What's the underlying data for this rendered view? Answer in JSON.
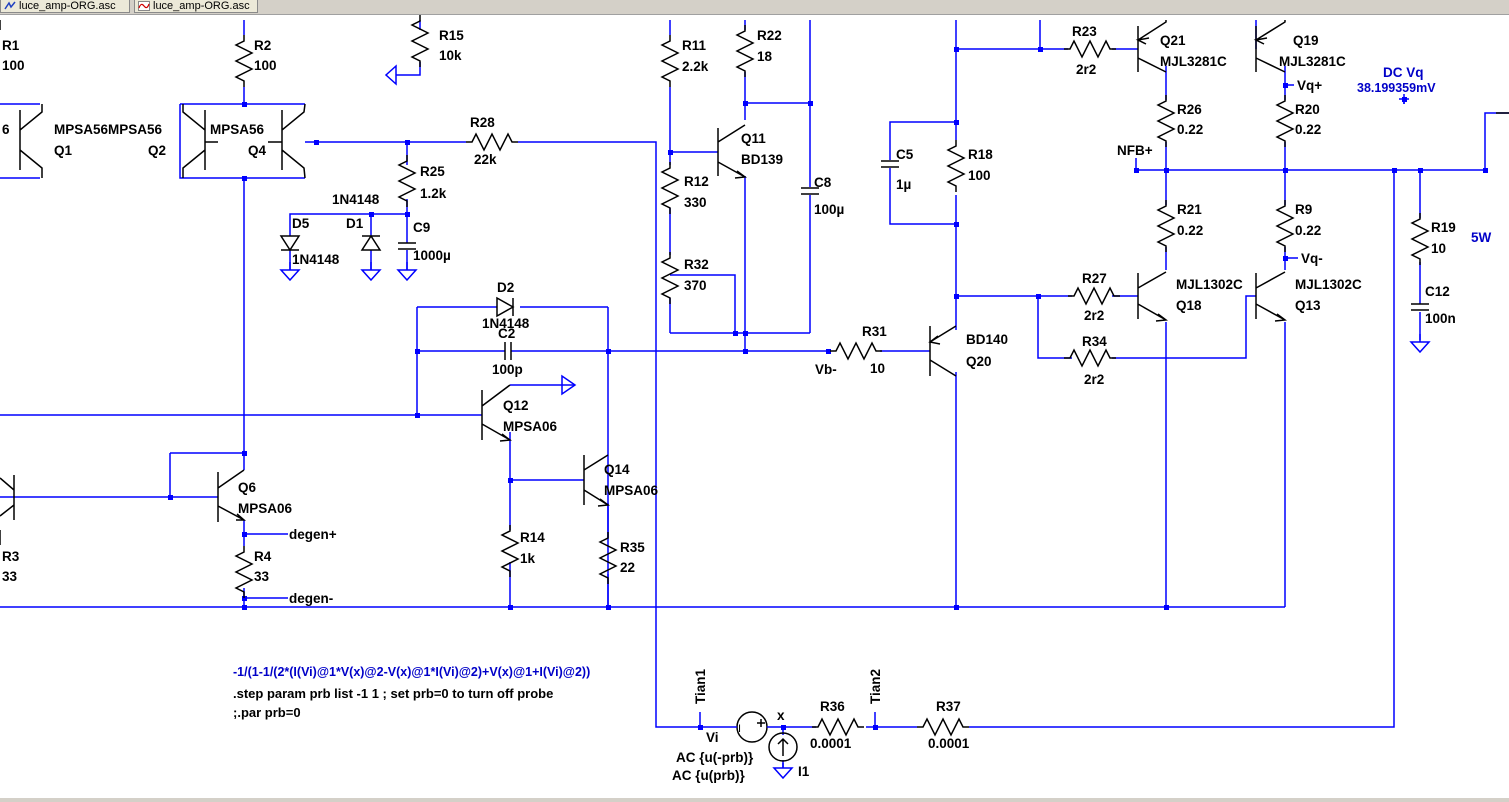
{
  "tabs": [
    {
      "label": "luce_amp-ORG.asc",
      "icon": "schematic-icon"
    },
    {
      "label": "luce_amp-ORG.asc",
      "icon": "waveform-icon"
    }
  ],
  "components": {
    "R1": {
      "ref": "R1",
      "value": "100"
    },
    "R2": {
      "ref": "R2",
      "value": "100"
    },
    "R3": {
      "ref": "R3",
      "value": "33"
    },
    "R4": {
      "ref": "R4",
      "value": "33"
    },
    "R9": {
      "ref": "R9",
      "value": "0.22"
    },
    "R11": {
      "ref": "R11",
      "value": "2.2k"
    },
    "R12": {
      "ref": "R12",
      "value": "330"
    },
    "R14": {
      "ref": "R14",
      "value": "1k"
    },
    "R15": {
      "ref": "R15",
      "value": "10k"
    },
    "R18": {
      "ref": "R18",
      "value": "100"
    },
    "R19": {
      "ref": "R19",
      "value": "10"
    },
    "R20": {
      "ref": "R20",
      "value": "0.22"
    },
    "R21": {
      "ref": "R21",
      "value": "0.22"
    },
    "R22": {
      "ref": "R22",
      "value": "18"
    },
    "R23": {
      "ref": "R23",
      "value": "2r2"
    },
    "R25": {
      "ref": "R25",
      "value": "1.2k"
    },
    "R26": {
      "ref": "R26",
      "value": "0.22"
    },
    "R27": {
      "ref": "R27",
      "value": "2r2"
    },
    "R28": {
      "ref": "R28",
      "value": "22k"
    },
    "R31": {
      "ref": "R31",
      "value": "10"
    },
    "R32": {
      "ref": "R32",
      "value": "370"
    },
    "R34": {
      "ref": "R34",
      "value": "2r2"
    },
    "R35": {
      "ref": "R35",
      "value": "22"
    },
    "R36": {
      "ref": "R36",
      "value": "0.0001"
    },
    "R37": {
      "ref": "R37",
      "value": "0.0001"
    },
    "C2": {
      "ref": "C2",
      "value": "100p"
    },
    "C5": {
      "ref": "C5",
      "value": "1µ"
    },
    "C8": {
      "ref": "C8",
      "value": "100µ"
    },
    "C9": {
      "ref": "C9",
      "value": "1000µ"
    },
    "C12": {
      "ref": "C12",
      "value": "100n"
    },
    "D1": {
      "ref": "D1",
      "value": "1N4148"
    },
    "D2": {
      "ref": "D2",
      "value": "1N4148"
    },
    "D5": {
      "ref": "D5",
      "value": "1N4148"
    },
    "Q1": {
      "ref": "Q1",
      "value": "MPSA56"
    },
    "Q2": {
      "ref": "Q2",
      "value": "MPSA56"
    },
    "Q4": {
      "ref": "Q4",
      "value": "MPSA56"
    },
    "Q6": {
      "ref": "Q6",
      "value": "MPSA06"
    },
    "Q11": {
      "ref": "Q11",
      "value": "BD139"
    },
    "Q12": {
      "ref": "Q12",
      "value": "MPSA06"
    },
    "Q13": {
      "ref": "Q13",
      "value": "MJL1302C"
    },
    "Q14": {
      "ref": "Q14",
      "value": "MPSA06"
    },
    "Q18": {
      "ref": "Q18",
      "value": "MJL1302C"
    },
    "Q19": {
      "ref": "Q19",
      "value": "MJL3281C"
    },
    "Q20": {
      "ref": "Q20",
      "value": "BD140"
    },
    "Q21": {
      "ref": "Q21",
      "value": "MJL3281C"
    },
    "Vi": {
      "ref": "Vi",
      "value": "AC {u(-prb)}"
    },
    "I1": {
      "ref": "I1",
      "value": "AC {u(prb)}"
    }
  },
  "nets": {
    "vq_plus": "Vq+",
    "vq_minus": "Vq-",
    "nfb_plus": "NFB+",
    "vb_minus": "Vb-",
    "degen_plus": "degen+",
    "degen_minus": "degen-",
    "tian1": "Tian1",
    "tian2": "Tian2",
    "x": "x"
  },
  "fragments": {
    "q_left_partial": "6",
    "q1_q2_model": "MPSA56MPSA56"
  },
  "annotations": {
    "dc_vq_title": "DC Vq",
    "dc_vq_value": "38.199359mV",
    "power_label": "5W",
    "formula": "-1/(1-1/(2*(I(Vi)@1*V(x)@2-V(x)@1*I(Vi)@2)+V(x)@1+I(Vi)@2))",
    "step_directive": ".step param prb list -1 1 ; set prb=0 to turn off probe",
    "par_directive": ";.par prb=0"
  },
  "source_symbols": {
    "vi": "I",
    "i1": "I"
  },
  "colors": {
    "wire": "#0000ff",
    "part": "#000000",
    "annotation": "#0000c8",
    "ui_chrome": "#d4d0c8"
  }
}
